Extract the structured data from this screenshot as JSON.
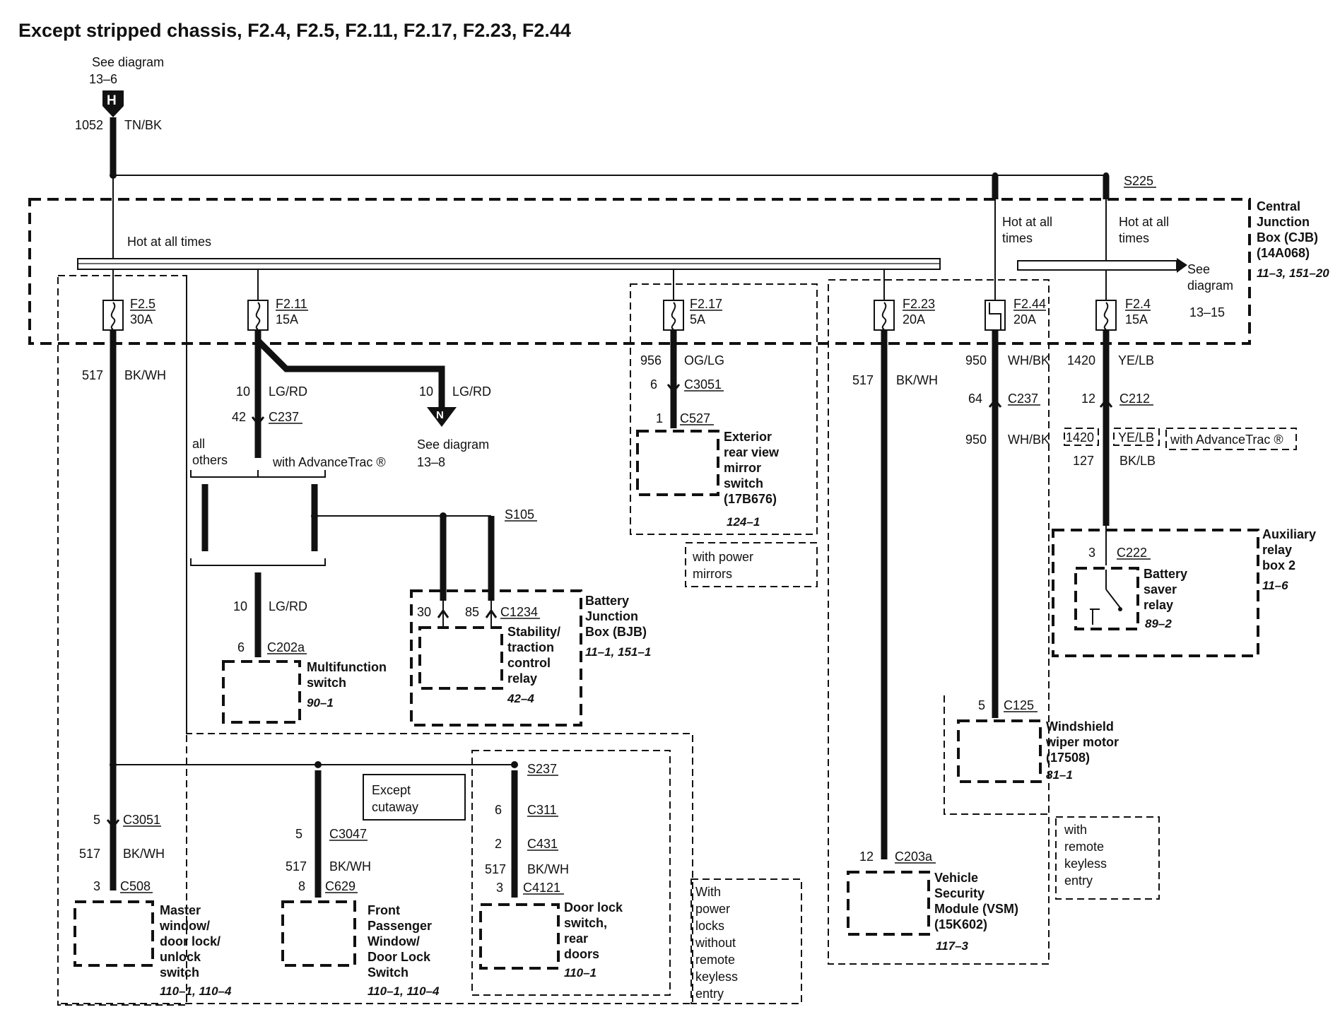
{
  "title": "Except stripped chassis, F2.4, F2.5, F2.11, F2.17, F2.23, F2.44",
  "connector_h": {
    "letter": "H",
    "see": "See diagram",
    "ref": "13–6",
    "circuit": "1052",
    "color": "TN/BK"
  },
  "connector_n": {
    "letter": "N",
    "see": "See diagram",
    "ref": "13–8",
    "circuit": "10",
    "color": "LG/RD"
  },
  "splices": {
    "s225": "S225",
    "s105": "S105",
    "s237": "S237"
  },
  "cjb": {
    "line1": "Central",
    "line2": "Junction",
    "line3": "Box (CJB)",
    "line4": "(14A068)",
    "ref": "11–3, 151–20",
    "hot": "Hot at all times",
    "hot_a1": "Hot at all",
    "hot_a2": "times",
    "hot_b1": "Hot at all",
    "hot_b2": "times",
    "see_line1": "See",
    "see_line2": "diagram",
    "see_ref": "13–15"
  },
  "fuses": {
    "f25": {
      "id": "F2.5",
      "amp": "30A"
    },
    "f211": {
      "id": "F2.11",
      "amp": "15A"
    },
    "f217": {
      "id": "F2.17",
      "amp": "5A"
    },
    "f223": {
      "id": "F2.23",
      "amp": "20A"
    },
    "f244": {
      "id": "F2.44",
      "amp": "20A"
    },
    "f24": {
      "id": "F2.4",
      "amp": "15A"
    }
  },
  "wires": {
    "w517": "517",
    "bkwh": "BK/WH",
    "w10": "10",
    "lgrd": "LG/RD",
    "w956": "956",
    "oglg": "OG/LG",
    "w950": "950",
    "whbk": "WH/BK",
    "w1420": "1420",
    "yelb": "YE/LB",
    "w127": "127",
    "bklb": "BK/LB"
  },
  "pins": {
    "p5": "5",
    "p3": "3",
    "p8": "8",
    "p6": "6",
    "p2": "2",
    "p42": "42",
    "p1": "1",
    "p12": "12",
    "p64": "64",
    "p30": "30",
    "p85": "85"
  },
  "connectors": {
    "c237": "C237",
    "c202a": "C202a",
    "c3051": "C3051",
    "c527": "C527",
    "c1234": "C1234",
    "c508": "C508",
    "c3047": "C3047",
    "c629": "C629",
    "c311": "C311",
    "c431": "C431",
    "c4121": "C4121",
    "c203a": "C203a",
    "c212": "C212",
    "c222": "C222",
    "c125": "C125"
  },
  "options": {
    "all1": "all",
    "all2": "others",
    "advancetrac": "with AdvanceTrac ®",
    "powermirrors1": "with power",
    "powermirrors2": "mirrors",
    "cutaway1": "Except",
    "cutaway2": "cutaway",
    "rke1": "with",
    "rke2": "remote",
    "rke3": "keyless",
    "rke4": "entry",
    "pl1": "With",
    "pl2": "power",
    "pl3": "locks",
    "pl4": "without",
    "pl5": "remote",
    "pl6": "keyless",
    "pl7": "entry"
  },
  "components": {
    "mirror": {
      "l1": "Exterior",
      "l2": "rear view",
      "l3": "mirror",
      "l4": "switch",
      "l5": "(17B676)",
      "ref": "124–1"
    },
    "bjb": {
      "l1": "Battery",
      "l2": "Junction",
      "l3": "Box (BJB)",
      "ref": "11–1, 151–1"
    },
    "relay": {
      "l1": "Stability/",
      "l2": "traction",
      "l3": "control",
      "l4": "relay",
      "ref": "42–4"
    },
    "multifunction": {
      "l1": "Multifunction",
      "l2": "switch",
      "ref": "90–1"
    },
    "master": {
      "l1": "Master",
      "l2": "window/",
      "l3": "door lock/",
      "l4": "unlock",
      "l5": "switch",
      "ref": "110–1, 110–4"
    },
    "front": {
      "l1": "Front",
      "l2": "Passenger",
      "l3": "Window/",
      "l4": "Door Lock",
      "l5": "Switch",
      "ref": "110–1, 110–4"
    },
    "rear": {
      "l1": "Door lock",
      "l2": "switch,",
      "l3": "rear",
      "l4": "doors",
      "ref": "110–1"
    },
    "vsm": {
      "l1": "Vehicle",
      "l2": "Security",
      "l3": "Module (VSM)",
      "l4": "(15K602)",
      "ref": "117–3"
    },
    "aux": {
      "l1": "Auxiliary",
      "l2": "relay",
      "l3": "box 2",
      "ref": "11–6"
    },
    "saver": {
      "l1": "Battery",
      "l2": "saver",
      "l3": "relay",
      "ref": "89–2"
    },
    "wiper": {
      "l1": "Windshield",
      "l2": "wiper motor",
      "l3": "(17508)",
      "ref": "81–1"
    }
  }
}
